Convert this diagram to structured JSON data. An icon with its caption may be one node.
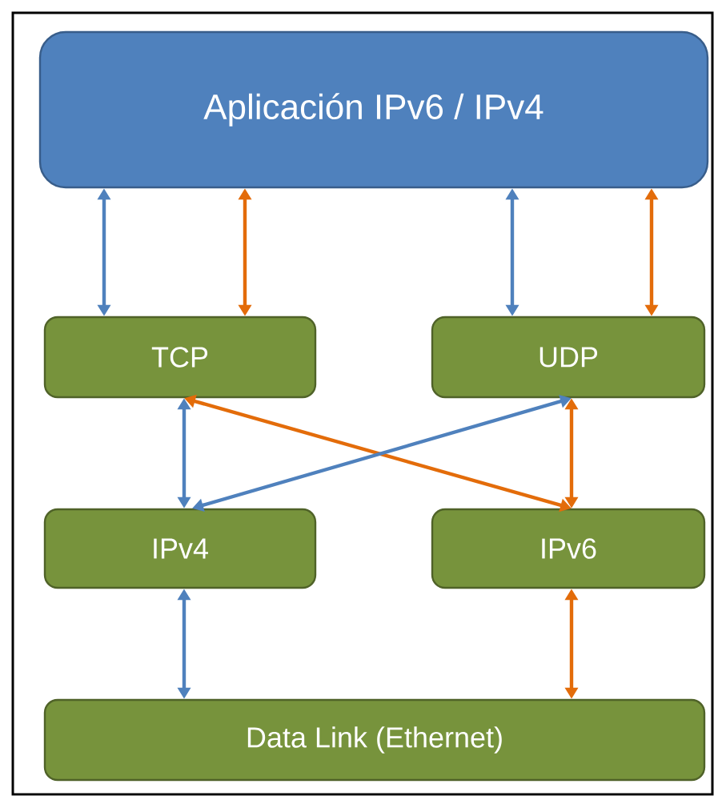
{
  "diagram": {
    "nodes": [
      {
        "text": [
          "Aplicación IPv6 / IPv4"
        ]
      },
      {
        "text": [
          "TCP"
        ]
      },
      {
        "text": [
          "UDP"
        ]
      },
      {
        "text": [
          "IPv4"
        ]
      },
      {
        "text": [
          "IPv6"
        ]
      },
      {
        "text": [
          "Data Link (Ethernet)"
        ]
      }
    ],
    "edges": [
      {
        "from": 0,
        "to": 1,
        "arrow": "both",
        "color": "#4f81bd"
      },
      {
        "from": 0,
        "to": 1,
        "arrow": "both",
        "color": "#e36c0a"
      },
      {
        "from": 0,
        "to": 2,
        "arrow": "both",
        "color": "#4f81bd"
      },
      {
        "from": 0,
        "to": 2,
        "arrow": "both",
        "color": "#e36c0a"
      },
      {
        "from": 1,
        "to": 3,
        "arrow": "both",
        "color": "#4f81bd"
      },
      {
        "from": 1,
        "to": 4,
        "arrow": "both",
        "color": "#e36c0a"
      },
      {
        "from": 3,
        "to": 2,
        "arrow": "both",
        "color": "#4f81bd"
      },
      {
        "from": 2,
        "to": 4,
        "arrow": "both",
        "color": "#e36c0a"
      },
      {
        "from": 3,
        "to": 5,
        "arrow": "both",
        "color": "#4f81bd"
      },
      {
        "from": 4,
        "to": 5,
        "arrow": "both",
        "color": "#e36c0a"
      }
    ]
  }
}
